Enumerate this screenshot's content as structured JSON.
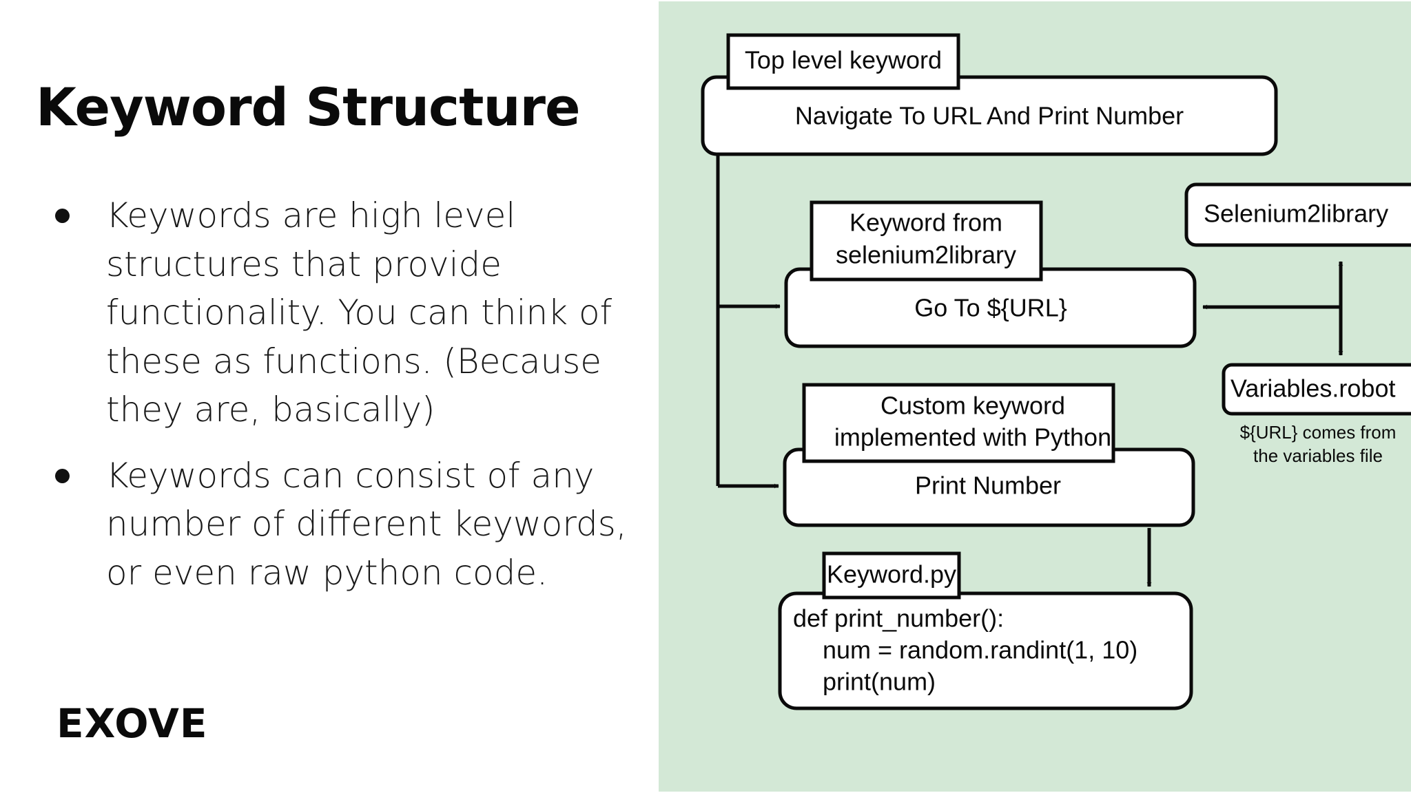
{
  "slide": {
    "title": "Keyword Structure",
    "bullets": [
      "Keywords are high level structures that provide functionality. You can think of these as functions. (Because they are, basically)",
      "Keywords can consist of any number of different keywords, or even raw python code."
    ],
    "logo": "EXOVE"
  },
  "colors": {
    "diagram_background": "#d3e8d6",
    "ink": "#0a0a0a",
    "box_fill": "#ffffff"
  },
  "diagram": {
    "top_level": {
      "tag": "Top level keyword",
      "name": "Navigate To URL And Print Number"
    },
    "library_keyword": {
      "tag_lines": [
        "Keyword from",
        "selenium2library"
      ],
      "name": "Go To ${URL}"
    },
    "custom_keyword": {
      "tag_lines": [
        "Custom keyword",
        "implemented with Python"
      ],
      "name": "Print Number"
    },
    "python_file": {
      "tag": "Keyword.py",
      "code_lines": [
        "def print_number():",
        "num = random.randint(1, 10)",
        "print(num)"
      ]
    },
    "library": {
      "name": "Selenium2library"
    },
    "variables": {
      "name": "Variables.robot",
      "note_lines": [
        "${URL} comes from",
        "the variables file"
      ]
    }
  }
}
